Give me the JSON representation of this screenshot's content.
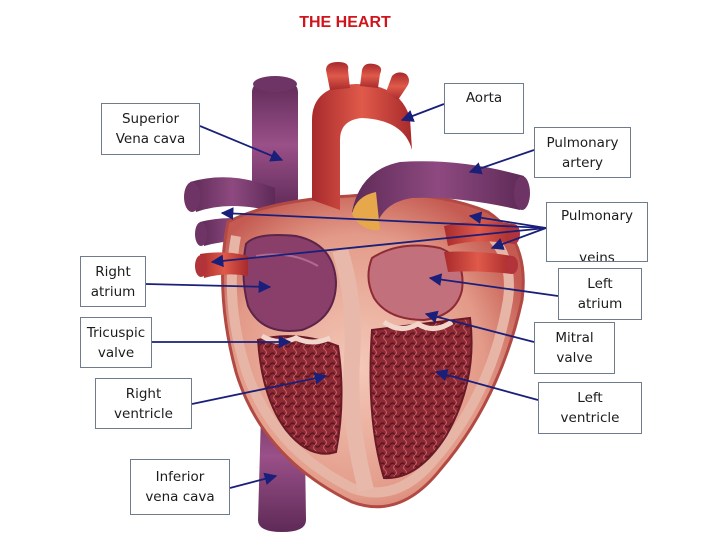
{
  "title": "THE HEART",
  "labels": {
    "superior_vena_cava": [
      "Superior",
      "Vena cava"
    ],
    "aorta": [
      "Aorta"
    ],
    "pulmonary_artery": [
      "Pulmonary",
      "artery"
    ],
    "pulmonary_veins": [
      "Pulmonary",
      "veins"
    ],
    "right_atrium": [
      "Right",
      "atrium"
    ],
    "left_atrium": [
      "Left",
      "atrium"
    ],
    "tricuspid_valve": [
      "Tricuspic",
      "valve"
    ],
    "mitral_valve": [
      "Mitral",
      "valve"
    ],
    "right_ventricle": [
      "Right",
      "ventricle"
    ],
    "left_ventricle": [
      "Left",
      "ventricle"
    ],
    "inferior_vena_cava": [
      "Inferior",
      "vena cava"
    ]
  },
  "colors": {
    "title": "#d0141c",
    "arrow": "#1a1f7a",
    "vein_purple": "#7d3b6e",
    "artery_red": "#c8403a",
    "tissue_pink": "#e9b3a3",
    "muscle_red": "#b2343a"
  }
}
